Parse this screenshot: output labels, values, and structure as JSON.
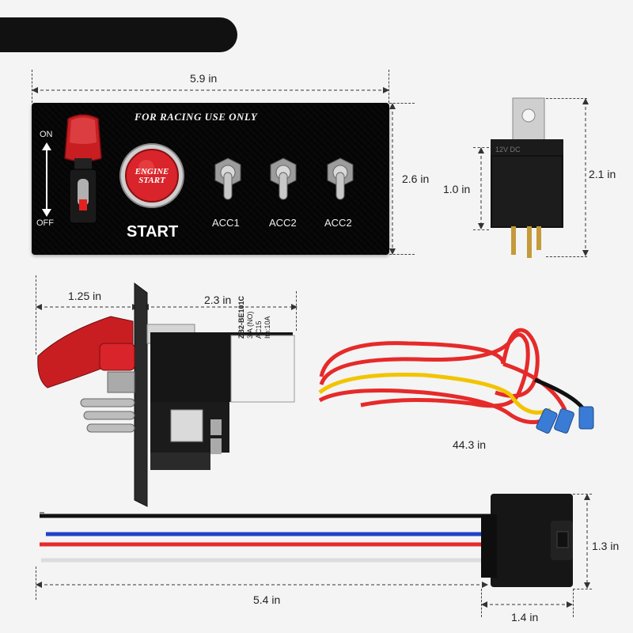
{
  "panel": {
    "header": "FOR RACING USE ONLY",
    "on_label": "ON",
    "off_label": "OFF",
    "button_text_line1": "ENGINE",
    "button_text_line2": "START",
    "start_label": "START",
    "switch_labels": [
      "ACC1",
      "ACC2",
      "ACC2"
    ]
  },
  "dimensions": {
    "panel_width": "5.9 in",
    "panel_height": "2.6 in",
    "relay_body": "1.0 in",
    "relay_total": "2.1 in",
    "cover_depth": "1.25 in",
    "switch_depth": "2.3 in",
    "harness_length": "44.3 in",
    "socket_wire_length": "5.4 in",
    "socket_height": "1.3 in",
    "socket_width": "1.4 in"
  },
  "button_block": {
    "model": "ZB2-BE101C",
    "rating1": "3 A (NO)",
    "rating2": "AC15",
    "rating3": "Ith:10A"
  },
  "relay": {
    "label": "12V DC"
  },
  "colors": {
    "red_button": "#d8242a",
    "wire_red": "#e62a2a",
    "wire_yellow": "#f2c400",
    "wire_black": "#111111",
    "wire_blue": "#2143c8",
    "wire_white": "#e8e8e8",
    "terminal_blue": "#3a7bd5"
  }
}
